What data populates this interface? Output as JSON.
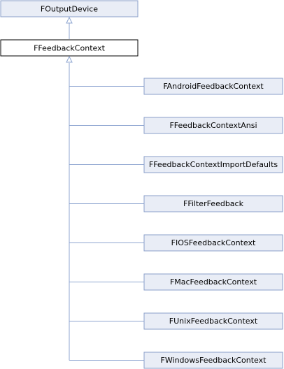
{
  "diagram": {
    "base": {
      "label": "FOutputDevice",
      "link": true
    },
    "current": {
      "label": "FFeedbackContext",
      "link": false
    },
    "derived": [
      {
        "label": "FAndroidFeedbackContext"
      },
      {
        "label": "FFeedbackContextAnsi"
      },
      {
        "label": "FFeedbackContextImportDefaults"
      },
      {
        "label": "FFilterFeedback"
      },
      {
        "label": "FIOSFeedbackContext"
      },
      {
        "label": "FMacFeedbackContext"
      },
      {
        "label": "FUnixFeedbackContext"
      },
      {
        "label": "FWindowsFeedbackContext"
      }
    ]
  },
  "colors": {
    "node_fill": "#e9edf6",
    "node_border": "#8a9fc9",
    "current_border": "#000000",
    "edge": "#8fa6d1"
  }
}
